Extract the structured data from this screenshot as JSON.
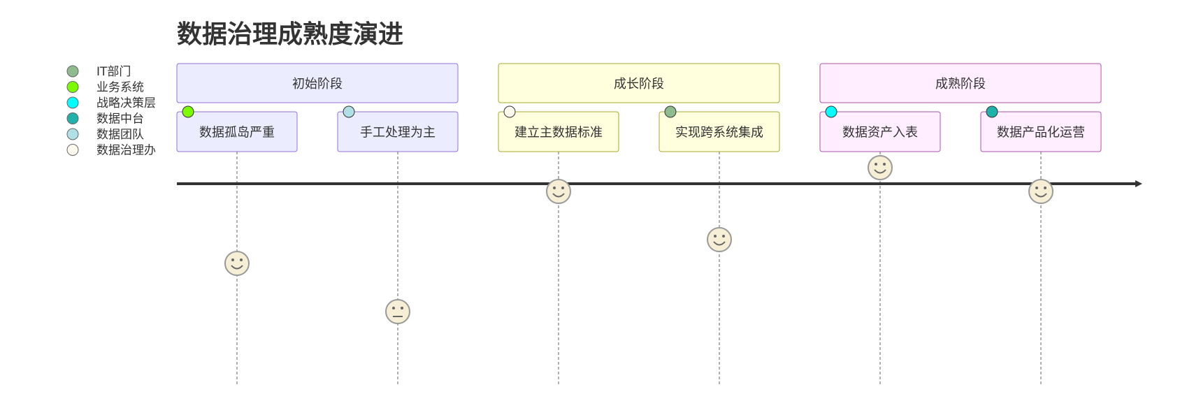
{
  "title": "数据治理成熟度演进",
  "legend": [
    {
      "label": "IT部门",
      "color": "#8fbc8f"
    },
    {
      "label": "业务系统",
      "color": "#7cfc00"
    },
    {
      "label": "战略决策层",
      "color": "#00ffff"
    },
    {
      "label": "数据中台",
      "color": "#20b2aa"
    },
    {
      "label": "数据团队",
      "color": "#b0e0e6"
    },
    {
      "label": "数据治理办",
      "color": "#fffaf0"
    }
  ],
  "sections": [
    {
      "label": "初始阶段",
      "fill": "#ececff",
      "stroke": "#9370db"
    },
    {
      "label": "成长阶段",
      "fill": "#ffffde",
      "stroke": "#aaaa33"
    },
    {
      "label": "成熟阶段",
      "fill": "#ffeeff",
      "stroke": "#aa55aa"
    }
  ],
  "tasks": [
    {
      "label": "数据孤岛严重",
      "section": 0,
      "actor": "业务系统",
      "score": 2,
      "mood": "smile"
    },
    {
      "label": "手工处理为主",
      "section": 0,
      "actor": "数据团队",
      "score": 1,
      "mood": "neutral"
    },
    {
      "label": "建立主数据标准",
      "section": 1,
      "actor": "数据治理办",
      "score": 4,
      "mood": "smile"
    },
    {
      "label": "实现跨系统集成",
      "section": 1,
      "actor": "IT部门",
      "score": 3,
      "mood": "smile"
    },
    {
      "label": "数据资产入表",
      "section": 2,
      "actor": "战略决策层",
      "score": 5,
      "mood": "smile"
    },
    {
      "label": "数据产品化运营",
      "section": 2,
      "actor": "数据中台",
      "score": 4,
      "mood": "smile"
    }
  ]
}
